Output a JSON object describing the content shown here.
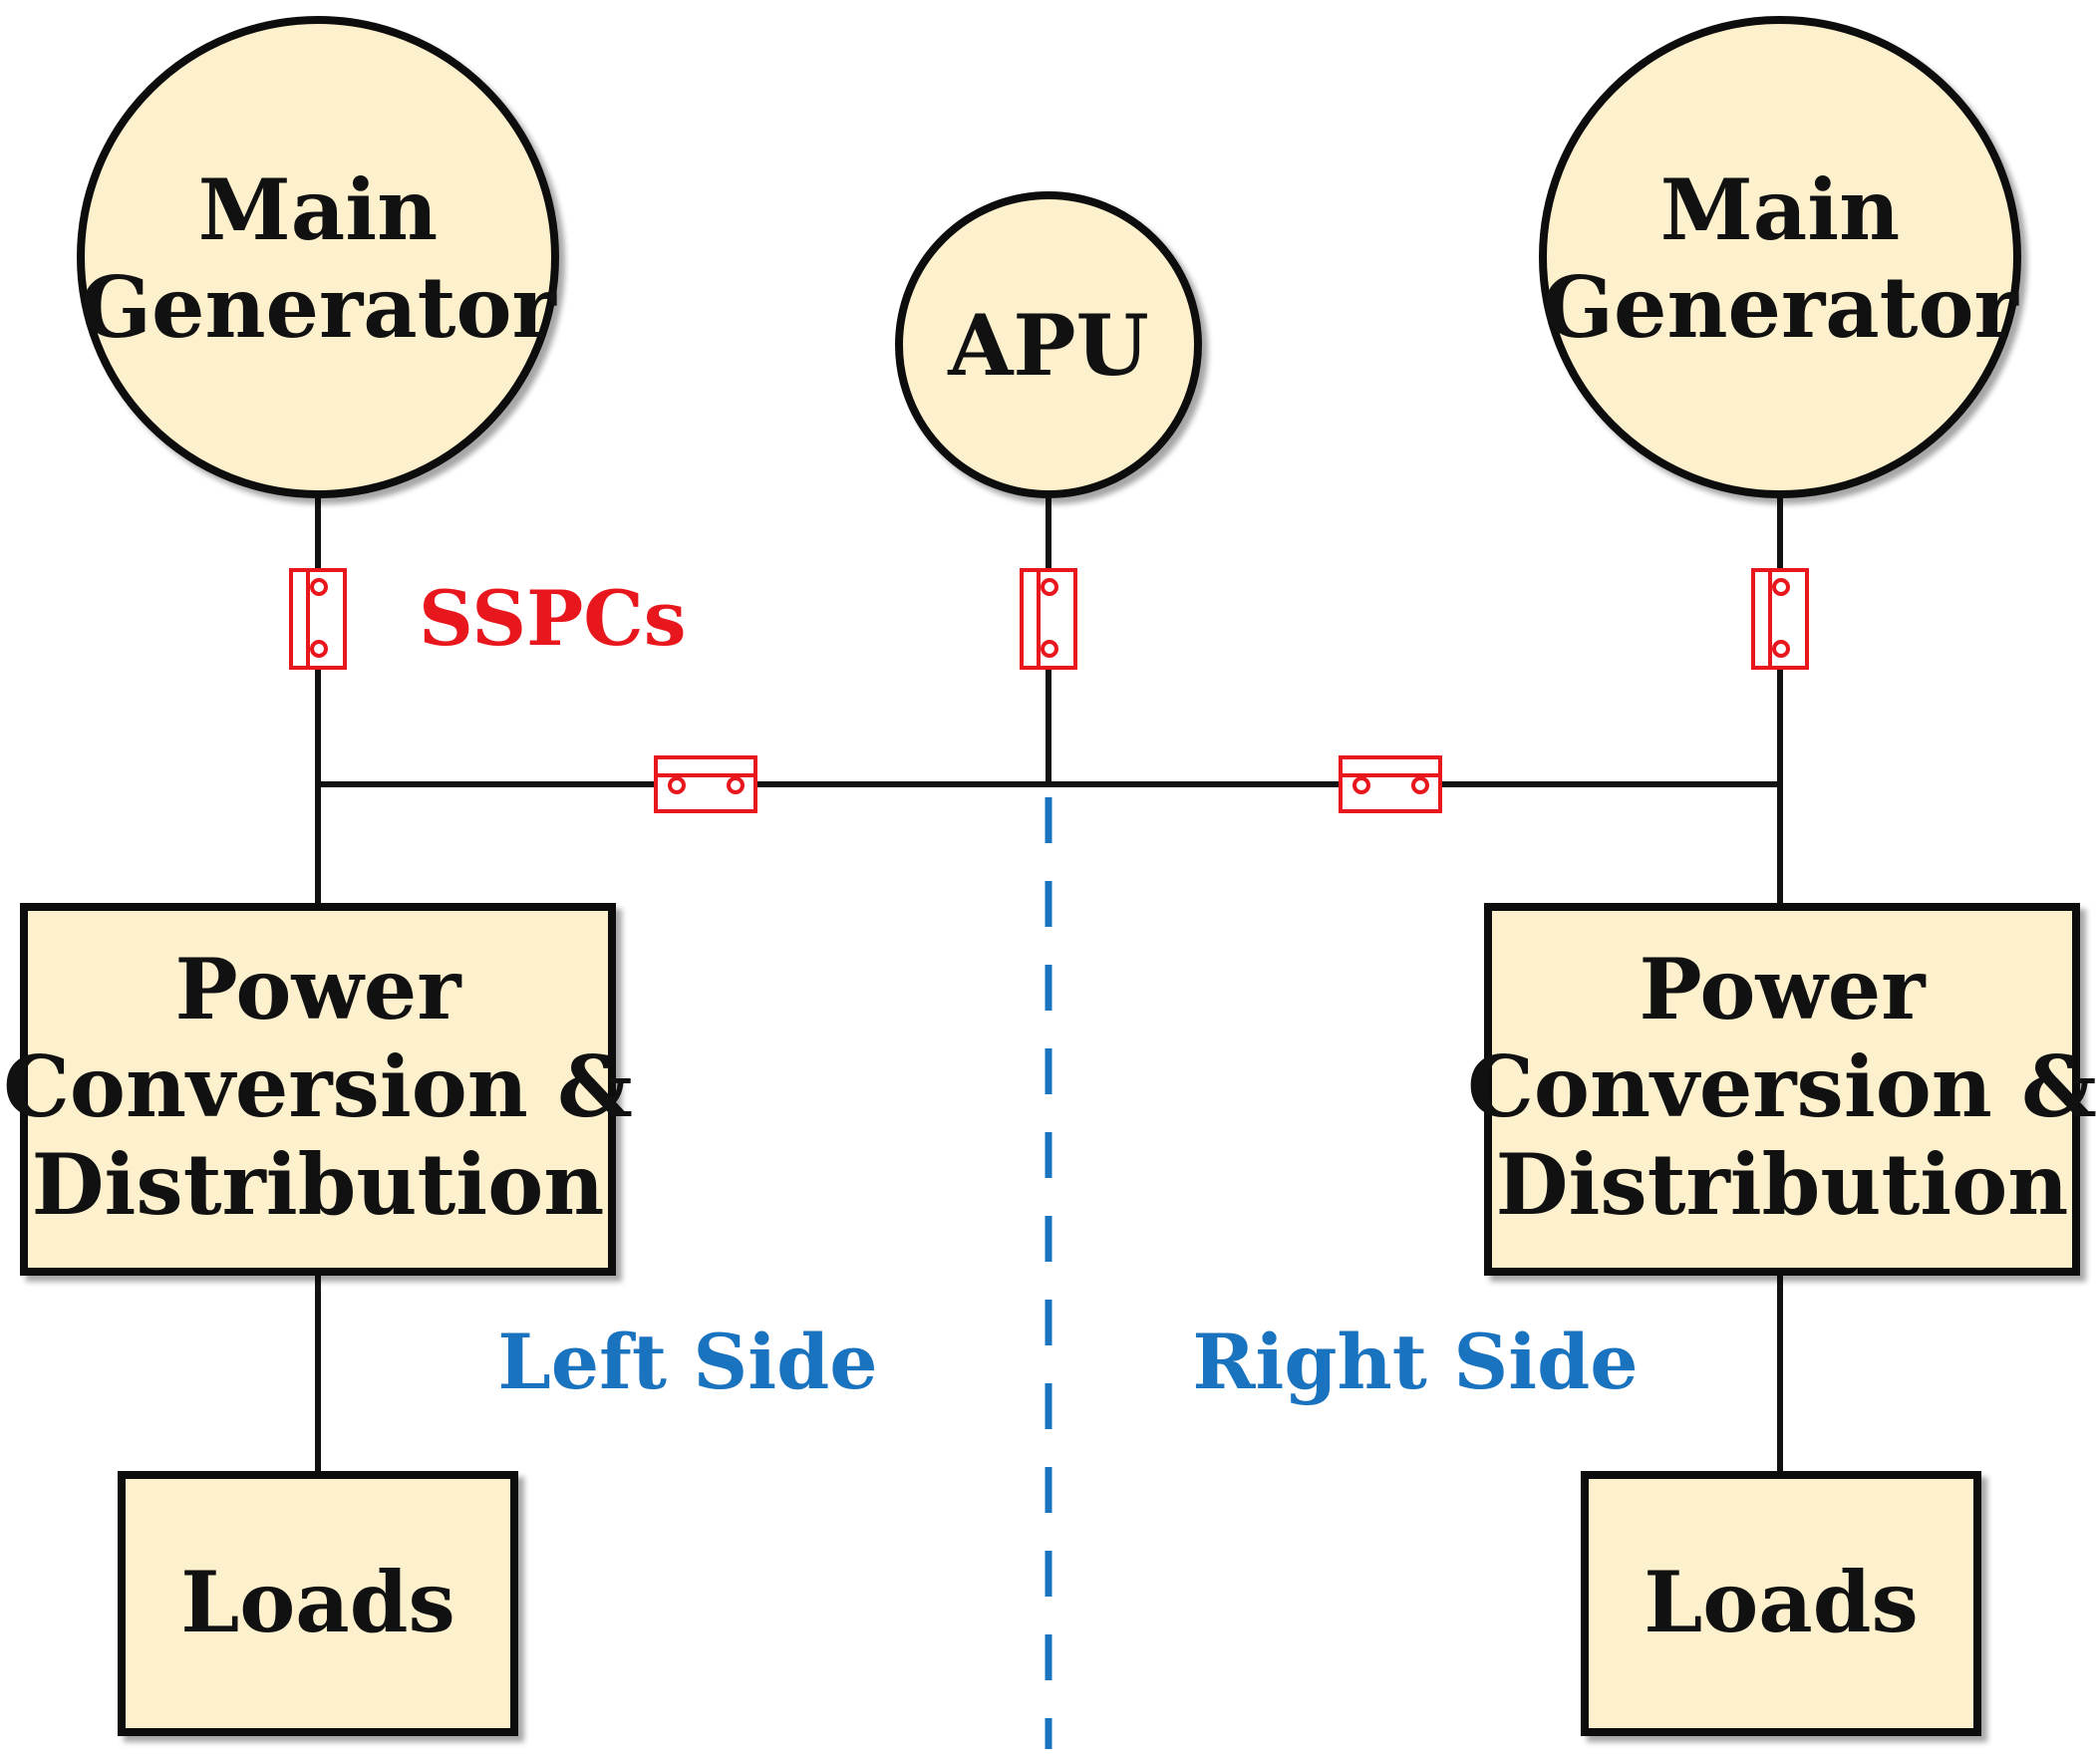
{
  "colors": {
    "box_fill": "#fdf0cc",
    "outline": "#111111",
    "sspc": "#e8161d",
    "divider": "#1a73bf"
  },
  "generators": {
    "left": {
      "lines": [
        "Main",
        "Generator"
      ]
    },
    "apu": {
      "lines": [
        "APU"
      ]
    },
    "right": {
      "lines": [
        "Main",
        "Generator"
      ]
    }
  },
  "pcd": {
    "left": {
      "lines": [
        "Power",
        "Conversion &",
        "Distribution"
      ]
    },
    "right": {
      "lines": [
        "Power",
        "Conversion &",
        "Distribution"
      ]
    }
  },
  "loads": {
    "left": {
      "label": "Loads"
    },
    "right": {
      "label": "Loads"
    }
  },
  "labels": {
    "sspcs": "SSPCs",
    "left_side": "Left Side",
    "right_side": "Right Side"
  }
}
